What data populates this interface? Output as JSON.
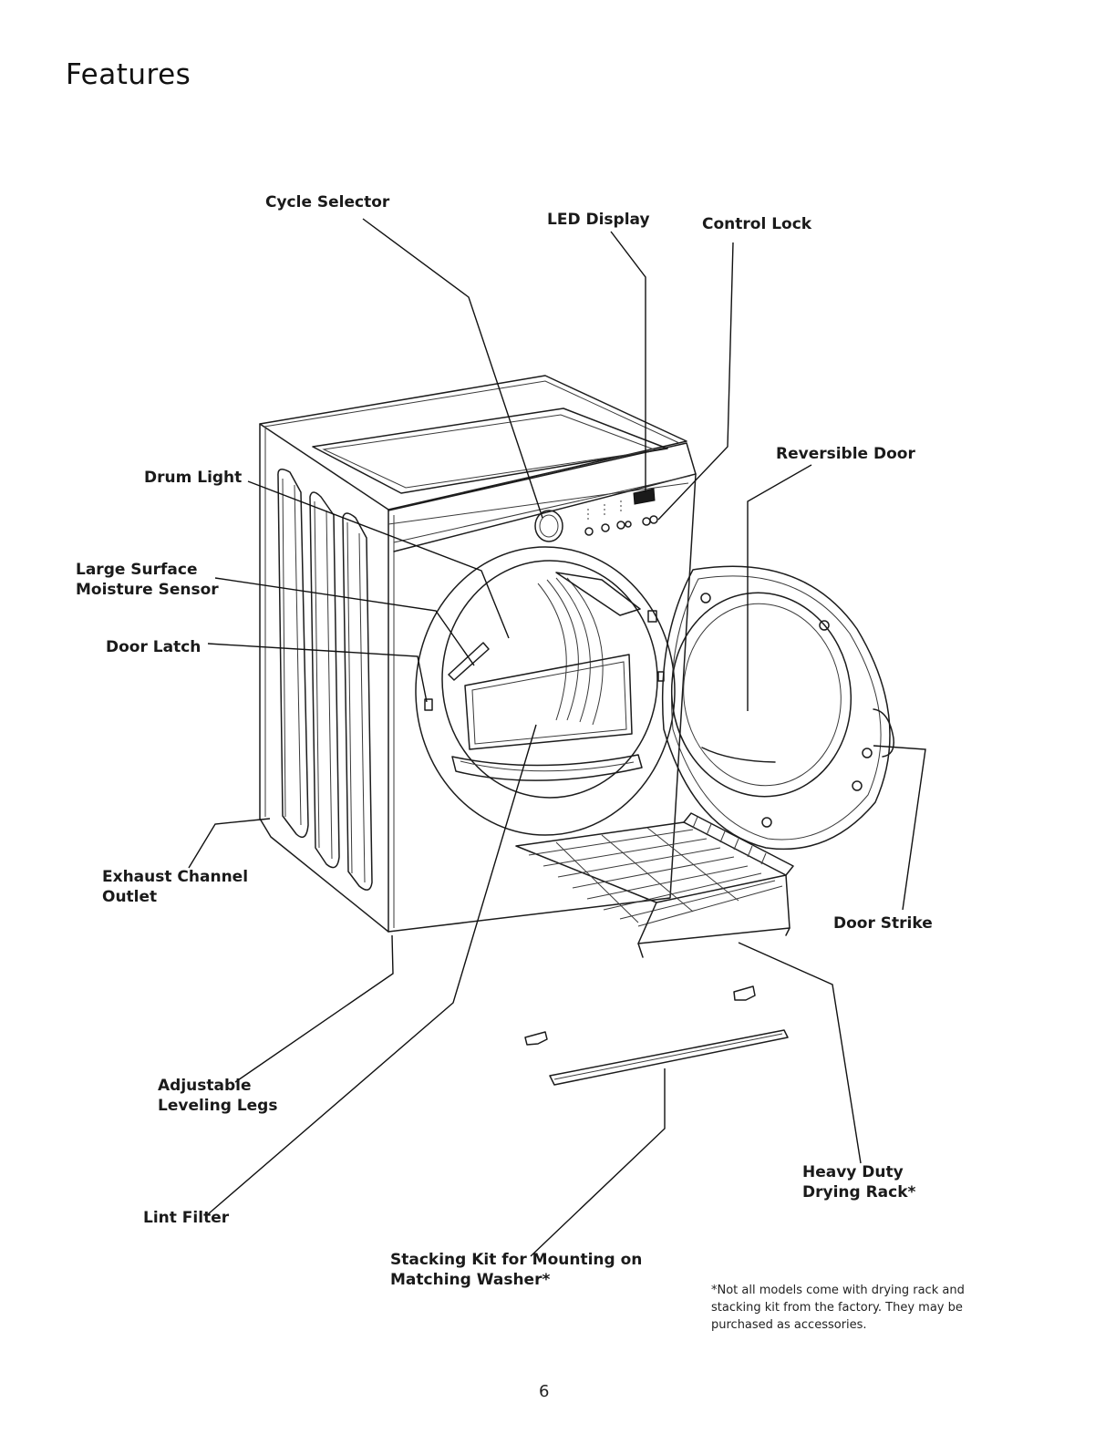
{
  "page": {
    "title": "Features",
    "page_number": "6",
    "footnote": "*Not all models come with drying rack and stacking kit from the factory. They may be purchased as accessories."
  },
  "labels": {
    "cycle_selector": "Cycle Selector",
    "led_display": "LED Display",
    "control_lock": "Control Lock",
    "reversible_door": "Reversible Door",
    "drum_light": "Drum Light",
    "moisture_sensor": [
      "Large Surface",
      "Moisture Sensor"
    ],
    "door_latch": "Door Latch",
    "exhaust_outlet": [
      "Exhaust Channel",
      "Outlet"
    ],
    "door_strike": "Door Strike",
    "leveling_legs": [
      "Adjustable",
      "Leveling Legs"
    ],
    "drying_rack": [
      "Heavy Duty",
      "Drying Rack*"
    ],
    "lint_filter": "Lint Filter",
    "stacking_kit": [
      "Stacking Kit for Mounting on",
      "Matching Washer*"
    ]
  }
}
